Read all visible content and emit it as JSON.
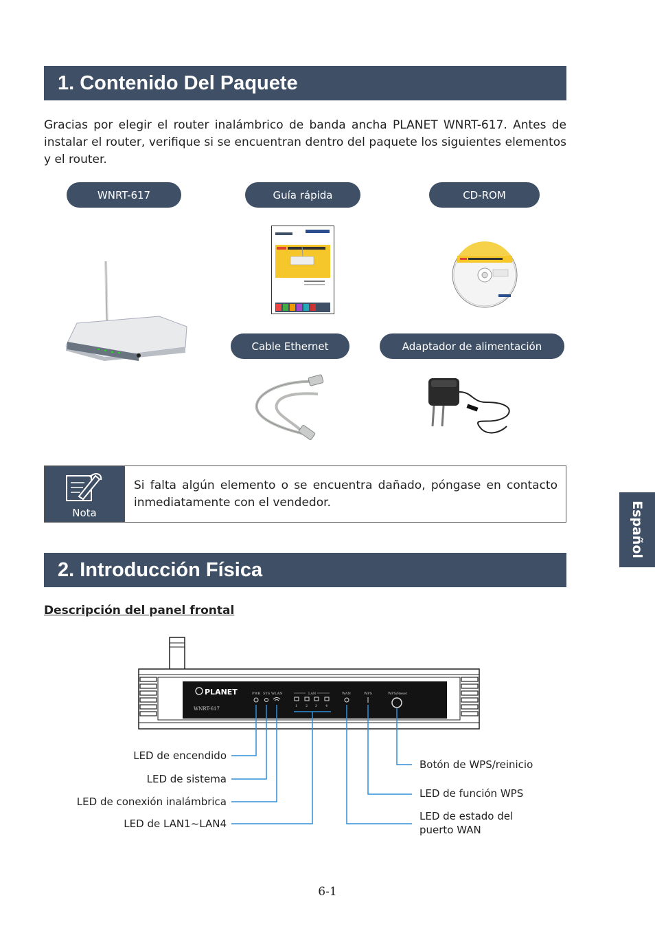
{
  "section1": {
    "title": "1. Contenido Del Paquete",
    "intro": "Gracias por elegir el router inalámbrico de banda ancha PLANET WNRT-617. Antes de instalar el router, verifique si se encuentran dentro del paquete los siguientes elementos y el router."
  },
  "package_items": {
    "router": "WNRT-617",
    "guide": "Guía rápida",
    "cdrom": "CD-ROM",
    "cable": "Cable Ethernet",
    "adapter": "Adaptador de alimentación"
  },
  "note": {
    "label": "Nota",
    "text": "Si falta algún elemento o se encuentra dañado, póngase en contacto inmediatamente con el vendedor."
  },
  "section2": {
    "title": "2. Introducción Física",
    "subheading": "Descripción del panel frontal"
  },
  "panel": {
    "brand": "PLANET",
    "model": "WNRT-617",
    "pwr": "PWR",
    "sys": "SYS",
    "wlan": "WLAN",
    "lan": "LAN",
    "wan": "WAN",
    "wps": "WPS",
    "wps_reset": "WPS/Reset",
    "lan1": "1",
    "lan2": "2",
    "lan3": "3",
    "lan4": "4"
  },
  "callouts": {
    "power_led": "LED de encendido",
    "system_led": "LED de sistema",
    "wireless_led": "LED de conexión inalámbrica",
    "lan_led": "LED de LAN1~LAN4",
    "wps_button": "Botón de WPS/reinicio",
    "wps_led": "LED de función WPS",
    "wan_led_line1": "LED de estado del",
    "wan_led_line2": "puerto WAN"
  },
  "side_tab": "Español",
  "page_number": "6-1",
  "colors": {
    "banner": "#3f5066",
    "callout_line": "#2f8fd8"
  }
}
